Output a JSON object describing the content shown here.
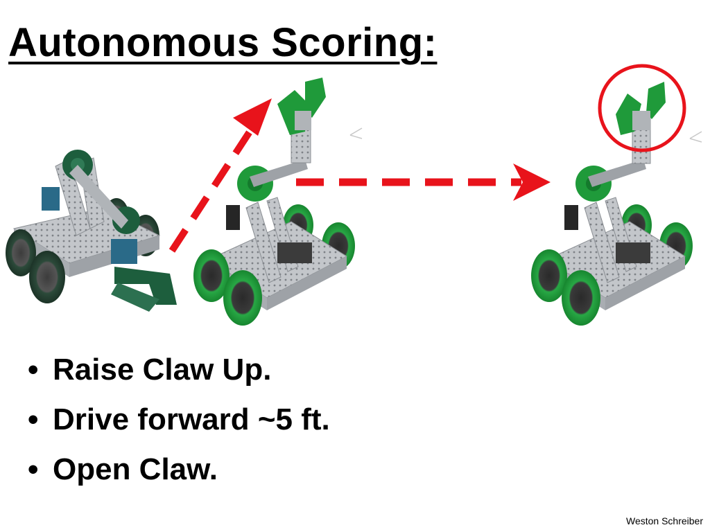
{
  "slide": {
    "title": "Autonomous Scoring:",
    "bullets": [
      {
        "text": "Raise Claw Up."
      },
      {
        "text": "Drive forward ~5 ft."
      },
      {
        "text": "Open Claw."
      }
    ],
    "bullet_glyph": "•",
    "footer": "Weston Schreiber"
  },
  "colors": {
    "arrow": "#e8131b",
    "robot_green": "#1f9a3a",
    "robot_dark_green": "#1d5e3d",
    "metal": "#b9bcc0"
  },
  "illustrations": [
    {
      "name": "robot-claw-down",
      "icon": "robot-dark-green-claw-forward"
    },
    {
      "name": "robot-claw-raised",
      "icon": "robot-green-claw-raised"
    },
    {
      "name": "robot-claw-raised-final",
      "icon": "robot-green-claw-raised",
      "highlight": "red-circle"
    }
  ]
}
